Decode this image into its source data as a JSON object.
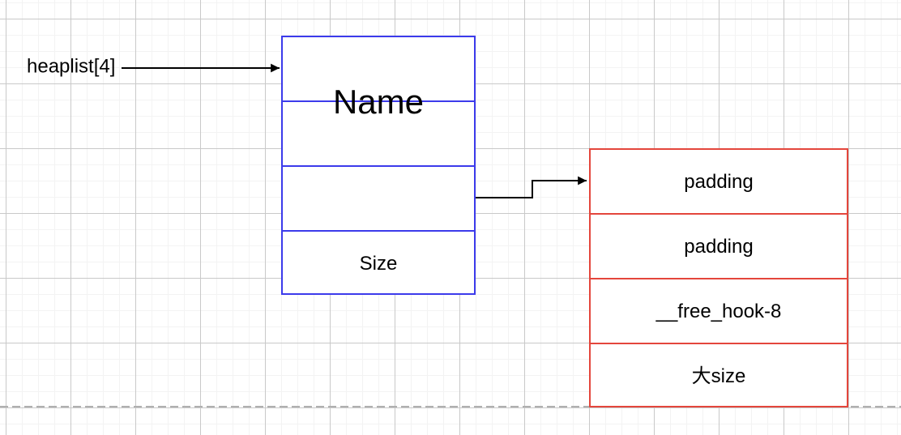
{
  "colors": {
    "background": "#ffffff",
    "grid_minor": "#f3f3f3",
    "grid_major": "#c9c9c9",
    "page_break_dash": "#b0b0b0",
    "blue_stroke": "#3c3beb",
    "red_stroke": "#e4463c",
    "arrow": "#000000",
    "text": "#000000"
  },
  "pointer": {
    "label": "heaplist[4]"
  },
  "blue_chunk": {
    "name_label": "Name",
    "cells": [
      "",
      "",
      "",
      "Size"
    ]
  },
  "red_chunk": {
    "cells": [
      "padding",
      "padding",
      "__free_hook-8",
      "大size"
    ]
  }
}
